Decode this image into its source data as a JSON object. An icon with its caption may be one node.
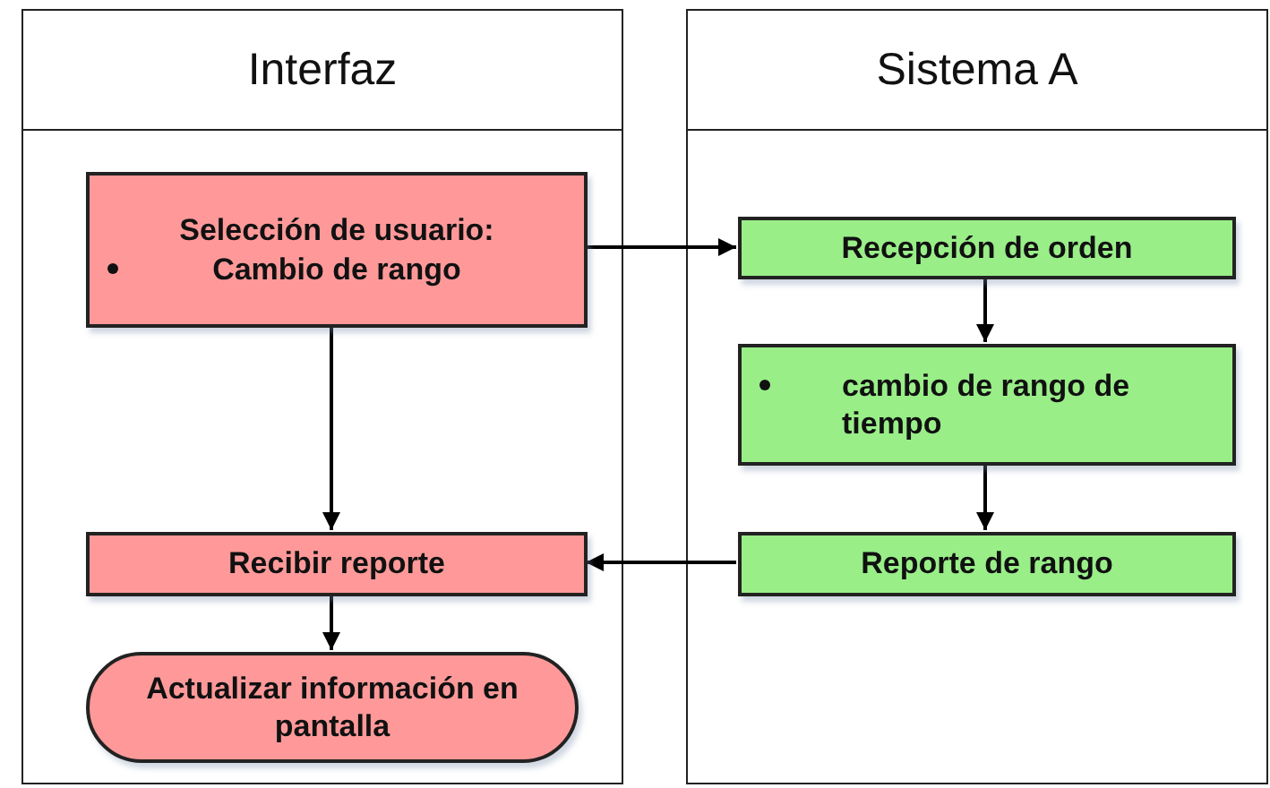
{
  "diagram": {
    "nodes": [
      {
        "text": [
          "Interfaz"
        ]
      },
      {
        "text": [
          "Sistema A"
        ]
      },
      {
        "text": [
          "Selección de usuario:",
          "Cambio de rango"
        ],
        "in": 0
      },
      {
        "text": [
          "Recibir reporte"
        ],
        "in": 0
      },
      {
        "text": [
          "Actualizar información en pantalla"
        ],
        "in": 0
      },
      {
        "text": [
          "Recepción de orden"
        ],
        "in": 1
      },
      {
        "text": [
          "cambio de rango de tiempo"
        ],
        "in": 1
      },
      {
        "text": [
          "Reporte de rango"
        ],
        "in": 1
      }
    ],
    "edges": [
      {
        "from": 2,
        "to": 5,
        "arrow": "to"
      },
      {
        "from": 5,
        "to": 6,
        "arrow": "to"
      },
      {
        "from": 6,
        "to": 7,
        "arrow": "to"
      },
      {
        "from": 7,
        "to": 3,
        "arrow": "to"
      },
      {
        "from": 2,
        "to": 3,
        "arrow": "to"
      },
      {
        "from": 3,
        "to": 4,
        "arrow": "to"
      }
    ]
  }
}
